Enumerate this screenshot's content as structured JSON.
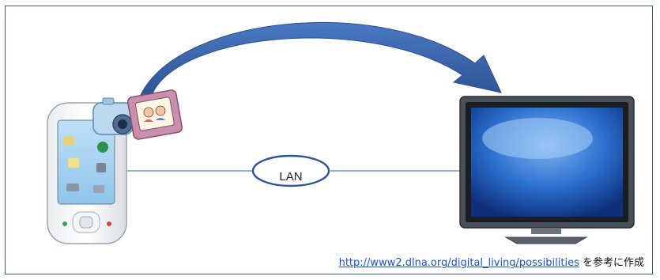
{
  "network": {
    "label": "LAN"
  },
  "footer": {
    "link_text": "http://www2.dlna.org/digital_living/possibilities",
    "suffix": " を参考に作成"
  },
  "colors": {
    "frame": "#3f5b8a",
    "arrow": "#3f67a8",
    "line": "#5b7fbf",
    "lan_oval": "#2f5597",
    "link": "#1a4fd6"
  },
  "icons": [
    "phone-icon",
    "camera-icon",
    "photo-frame-icon",
    "tv-icon",
    "arrow-icon"
  ]
}
